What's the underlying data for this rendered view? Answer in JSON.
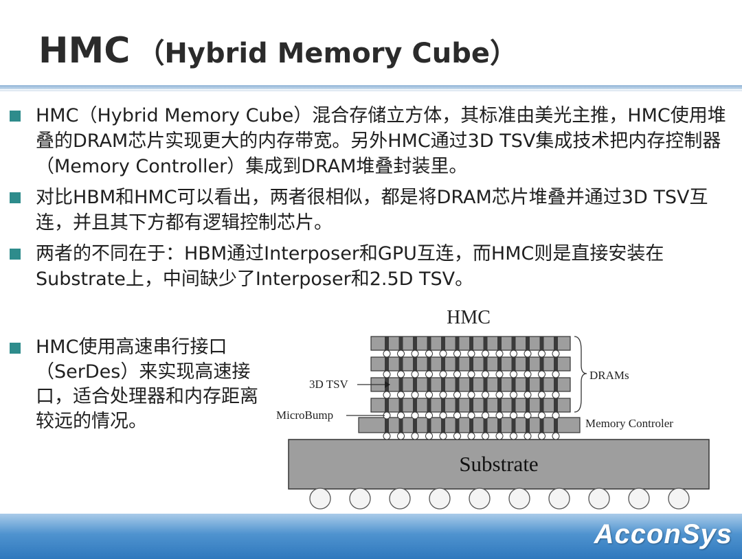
{
  "slide": {
    "title_main": "HMC",
    "title_sub": "（Hybrid Memory Cube）",
    "bullets": [
      "HMC（Hybrid Memory Cube）混合存储立方体，其标准由美光主推，HMC使用堆叠的DRAM芯片实现更大的内存带宽。另外HMC通过3D TSV集成技术把内存控制器（Memory Controller）集成到DRAM堆叠封装里。",
      "对比HBM和HMC可以看出，两者很相似，都是将DRAM芯片堆叠并通过3D TSV互连，并且其下方都有逻辑控制芯片。",
      "两者的不同在于：HBM通过Interposer和GPU互连，而HMC则是直接安装在Substrate上，中间缺少了Interposer和2.5D TSV。"
    ],
    "side_bullet": "HMC使用高速串行接口（SerDes）来实现高速接口，适合处理器和内存距离较远的情况。"
  },
  "diagram": {
    "title": "HMC",
    "label_drams": "DRAMs",
    "label_tsv": "3D TSV",
    "label_microbump": "MicroBump",
    "label_controller": "Memory Controler",
    "label_substrate": "Substrate"
  },
  "footer": {
    "brand": "AcconSys"
  },
  "colors": {
    "bullet": "#2e8c8c",
    "footer": "#3f86c6"
  }
}
